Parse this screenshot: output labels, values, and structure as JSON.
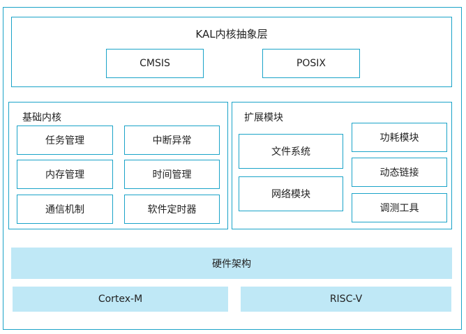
{
  "kal": {
    "title": "KAL内核抽象层",
    "items": [
      "CMSIS",
      "POSIX"
    ]
  },
  "basic_kernel": {
    "title": "基础内核",
    "items": [
      "任务管理",
      "中断异常",
      "内存管理",
      "时间管理",
      "通信机制",
      "软件定时器"
    ]
  },
  "extension": {
    "title": "扩展模块",
    "left_items": [
      "文件系统",
      "网络模块"
    ],
    "right_items": [
      "功耗模块",
      "动态链接",
      "调测工具"
    ]
  },
  "hardware": {
    "title": "硬件架构",
    "items": [
      "Cortex-M",
      "RISC-V"
    ]
  },
  "colors": {
    "border": "#1aa3c8",
    "hardware_fill": "#bfe8f6"
  }
}
